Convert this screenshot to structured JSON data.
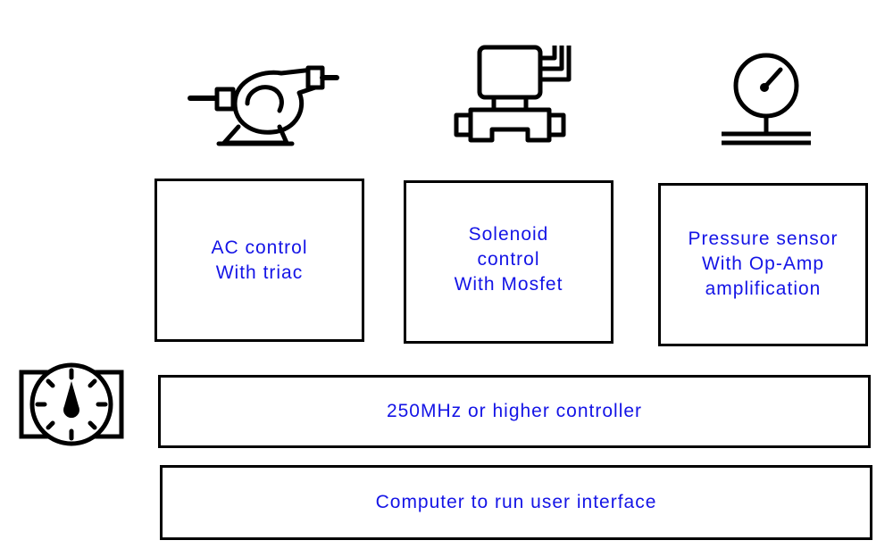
{
  "colors": {
    "text": "#1414e6",
    "stroke": "#000000",
    "background": "#ffffff"
  },
  "icons": {
    "motor": "ac-motor-pump-icon",
    "valve": "solenoid-valve-icon",
    "gauge": "pressure-gauge-icon",
    "clock": "timer-clock-icon"
  },
  "blocks": {
    "ac_control": {
      "line1": "AC control",
      "line2": "With triac"
    },
    "solenoid_control": {
      "line1": "Solenoid",
      "line2": "control",
      "line3": "With Mosfet"
    },
    "pressure_sensor": {
      "line1": "Pressure sensor",
      "line2": "With Op-Amp",
      "line3": "amplification"
    },
    "controller": {
      "label": "250MHz or higher controller"
    },
    "computer": {
      "label": "Computer to run user interface"
    }
  }
}
